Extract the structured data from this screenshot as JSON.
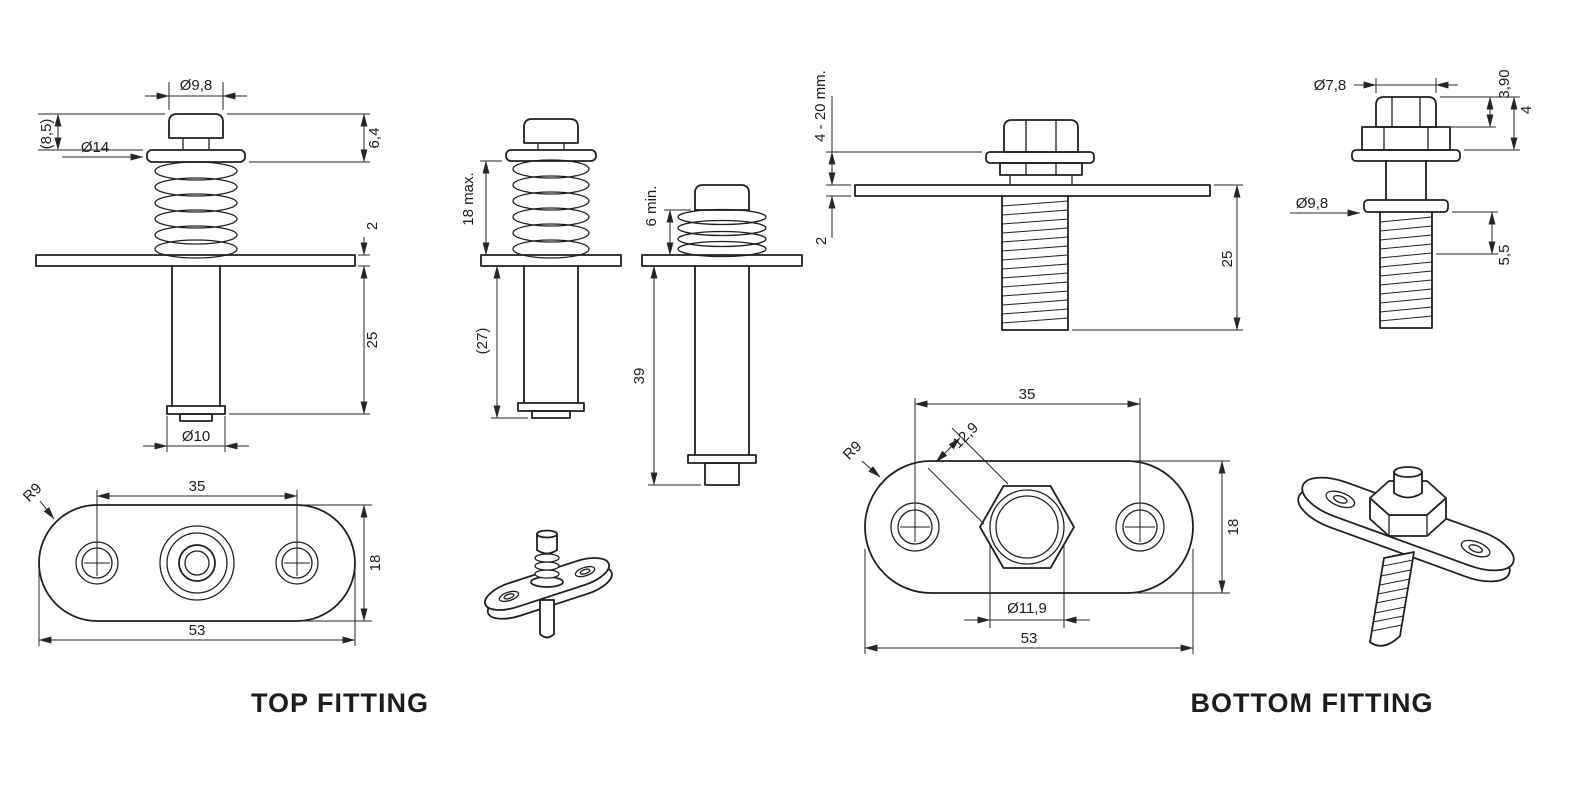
{
  "top_fitting": {
    "label": "TOP FITTING",
    "front_view": {
      "cap_diameter": "Ø9,8",
      "head_offset": "(8,5)",
      "washer_diameter": "Ø14",
      "cap_height": "6,4",
      "plate_thickness": "2",
      "pin_length": "25",
      "pin_diameter": "Ø10"
    },
    "free_view": {
      "spring_length": "18 max.",
      "under_plate_length": "(27)"
    },
    "compressed_view": {
      "spring_length": "6 min.",
      "total_length": "39"
    },
    "plan_view": {
      "corner_radius": "R9",
      "hole_spacing": "35",
      "plate_width": "18",
      "plate_length": "53"
    }
  },
  "bottom_fitting": {
    "label": "BOTTOM FITTING",
    "front_view": {
      "adjustment_range": "4 - 20 mm.",
      "plate_thickness": "2",
      "thread_length": "25"
    },
    "detail_view": {
      "thread_diameter": "Ø7,8",
      "head_height": "3,90",
      "collar_height": "4",
      "washer_diameter": "Ø9,8",
      "boss_height": "5,5"
    },
    "plan_view": {
      "corner_radius": "R9",
      "hole_spacing": "35",
      "hex_width": "12,9",
      "plate_width": "18",
      "bore_diameter": "Ø11,9",
      "plate_length": "53"
    }
  }
}
